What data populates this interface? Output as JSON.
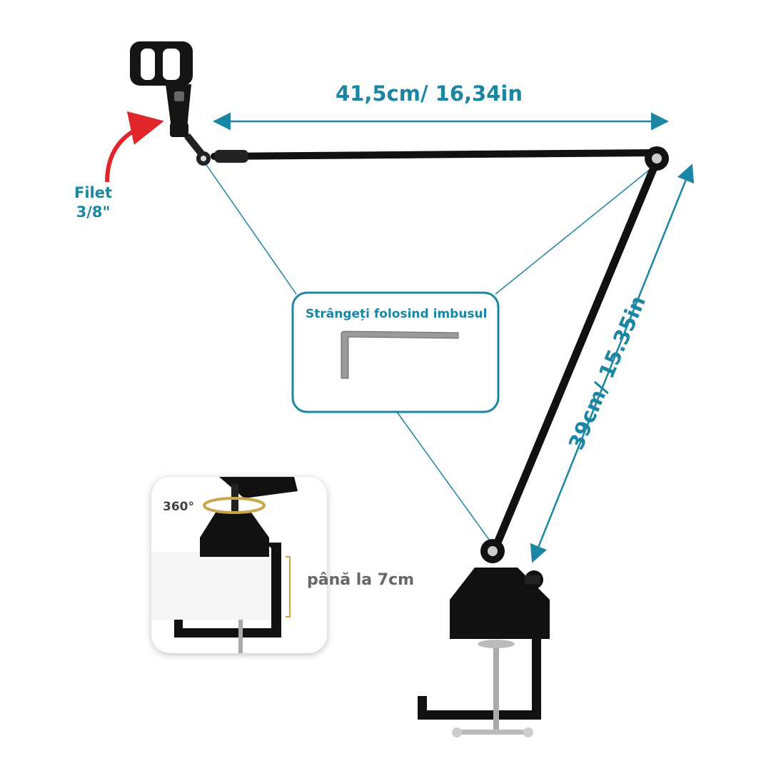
{
  "dimensions": {
    "arm_horizontal": "41,5cm/ 16,34in",
    "arm_vertical": "39cm/ 15.35in"
  },
  "thread": {
    "line1": "Filet",
    "line2": "3/8\""
  },
  "callout": {
    "title": "Strângeți folosind imbusul"
  },
  "inset": {
    "rotation": "360°",
    "clamp_range": "până la 7cm"
  },
  "colors": {
    "accent": "#1a86a3",
    "arrow_red": "#e0262a",
    "gold": "#c9a64a",
    "metal": "#111111"
  }
}
